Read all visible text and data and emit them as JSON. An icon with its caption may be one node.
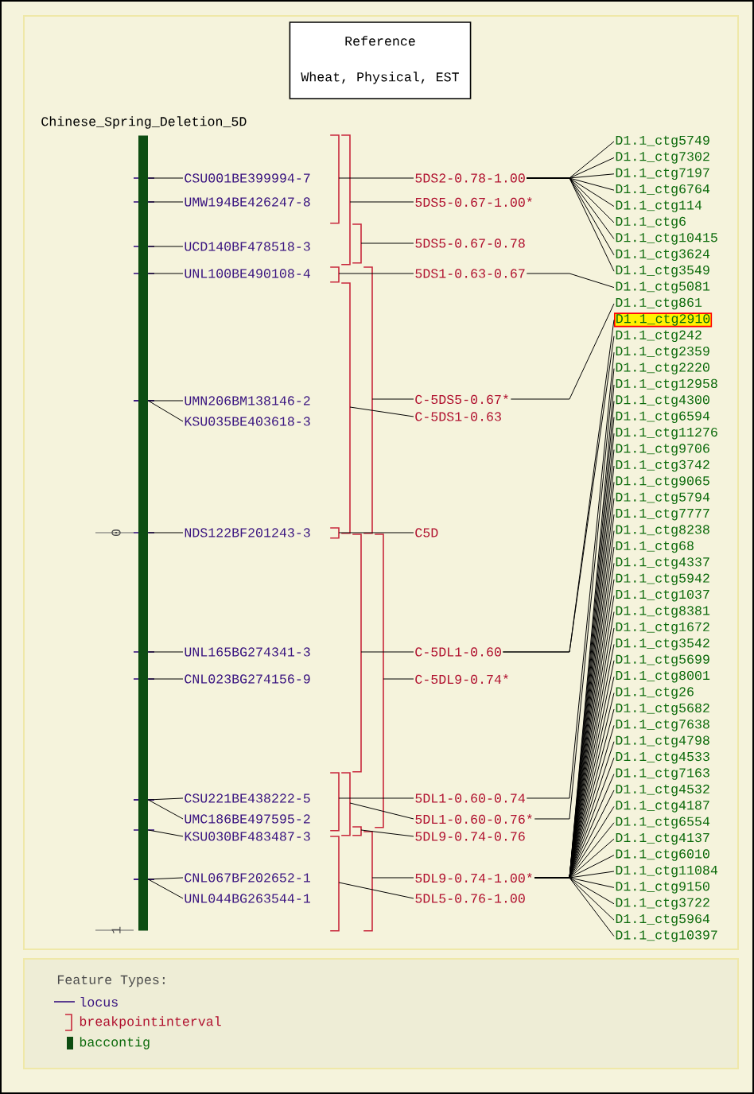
{
  "diagram": {
    "nodes": [
      {
        "text": [
          "Reference",
          "Wheat, Physical, EST"
        ]
      },
      {
        "text": [
          "Chinese_Spring_Deletion_5D"
        ]
      },
      {
        "text": [
          "CSU001BE399994-7"
        ]
      },
      {
        "text": [
          "UMW194BE426247-8"
        ]
      },
      {
        "text": [
          "UCD140BF478518-3"
        ]
      },
      {
        "text": [
          "UNL100BE490108-4"
        ]
      },
      {
        "text": [
          "UMN206BM138146-2"
        ]
      },
      {
        "text": [
          "KSU035BE403618-3"
        ]
      },
      {
        "text": [
          "NDS122BF201243-3"
        ]
      },
      {
        "text": [
          "UNL165BG274341-3"
        ]
      },
      {
        "text": [
          "CNL023BG274156-9"
        ]
      },
      {
        "text": [
          "CSU221BE438222-5"
        ]
      },
      {
        "text": [
          "UMC186BE497595-2"
        ]
      },
      {
        "text": [
          "KSU030BF483487-3"
        ]
      },
      {
        "text": [
          "CNL067BF202652-1"
        ]
      },
      {
        "text": [
          "UNL044BG263544-1"
        ]
      },
      {
        "text": [
          "5DS2-0.78-1.00"
        ]
      },
      {
        "text": [
          "5DS5-0.67-1.00*"
        ]
      },
      {
        "text": [
          "5DS5-0.67-0.78"
        ]
      },
      {
        "text": [
          "5DS1-0.63-0.67"
        ]
      },
      {
        "text": [
          "C-5DS5-0.67*"
        ]
      },
      {
        "text": [
          "C-5DS1-0.63"
        ]
      },
      {
        "text": [
          "C5D"
        ]
      },
      {
        "text": [
          "C-5DL1-0.60"
        ]
      },
      {
        "text": [
          "C-5DL9-0.74*"
        ]
      },
      {
        "text": [
          "5DL1-0.60-0.74"
        ]
      },
      {
        "text": [
          "5DL1-0.60-0.76*"
        ]
      },
      {
        "text": [
          "5DL9-0.74-0.76"
        ]
      },
      {
        "text": [
          "5DL9-0.74-1.00*"
        ]
      },
      {
        "text": [
          "5DL5-0.76-1.00"
        ]
      },
      {
        "text": [
          "D1.1_ctg5749"
        ]
      },
      {
        "text": [
          "D1.1_ctg7302"
        ]
      },
      {
        "text": [
          "D1.1_ctg7197"
        ]
      },
      {
        "text": [
          "D1.1_ctg6764"
        ]
      },
      {
        "text": [
          "D1.1_ctg114"
        ]
      },
      {
        "text": [
          "D1.1_ctg6"
        ]
      },
      {
        "text": [
          "D1.1_ctg10415"
        ]
      },
      {
        "text": [
          "D1.1_ctg3624"
        ]
      },
      {
        "text": [
          "D1.1_ctg3549"
        ]
      },
      {
        "text": [
          "D1.1_ctg5081"
        ]
      },
      {
        "text": [
          "D1.1_ctg861"
        ]
      },
      {
        "text": [
          "D1.1_ctg2910"
        ]
      },
      {
        "text": [
          "D1.1_ctg242"
        ]
      },
      {
        "text": [
          "D1.1_ctg2359"
        ]
      },
      {
        "text": [
          "D1.1_ctg2220"
        ]
      },
      {
        "text": [
          "D1.1_ctg12958"
        ]
      },
      {
        "text": [
          "D1.1_ctg4300"
        ]
      },
      {
        "text": [
          "D1.1_ctg6594"
        ]
      },
      {
        "text": [
          "D1.1_ctg11276"
        ]
      },
      {
        "text": [
          "D1.1_ctg9706"
        ]
      },
      {
        "text": [
          "D1.1_ctg3742"
        ]
      },
      {
        "text": [
          "D1.1_ctg9065"
        ]
      },
      {
        "text": [
          "D1.1_ctg5794"
        ]
      },
      {
        "text": [
          "D1.1_ctg7777"
        ]
      },
      {
        "text": [
          "D1.1_ctg8238"
        ]
      },
      {
        "text": [
          "D1.1_ctg68"
        ]
      },
      {
        "text": [
          "D1.1_ctg4337"
        ]
      },
      {
        "text": [
          "D1.1_ctg5942"
        ]
      },
      {
        "text": [
          "D1.1_ctg1037"
        ]
      },
      {
        "text": [
          "D1.1_ctg8381"
        ]
      },
      {
        "text": [
          "D1.1_ctg1672"
        ]
      },
      {
        "text": [
          "D1.1_ctg3542"
        ]
      },
      {
        "text": [
          "D1.1_ctg5699"
        ]
      },
      {
        "text": [
          "D1.1_ctg8001"
        ]
      },
      {
        "text": [
          "D1.1_ctg26"
        ]
      },
      {
        "text": [
          "D1.1_ctg5682"
        ]
      },
      {
        "text": [
          "D1.1_ctg7638"
        ]
      },
      {
        "text": [
          "D1.1_ctg4798"
        ]
      },
      {
        "text": [
          "D1.1_ctg4533"
        ]
      },
      {
        "text": [
          "D1.1_ctg7163"
        ]
      },
      {
        "text": [
          "D1.1_ctg4532"
        ]
      },
      {
        "text": [
          "D1.1_ctg4187"
        ]
      },
      {
        "text": [
          "D1.1_ctg6554"
        ]
      },
      {
        "text": [
          "D1.1_ctg4137"
        ]
      },
      {
        "text": [
          "D1.1_ctg6010"
        ]
      },
      {
        "text": [
          "D1.1_ctg11084"
        ]
      },
      {
        "text": [
          "D1.1_ctg9150"
        ]
      },
      {
        "text": [
          "D1.1_ctg3722"
        ]
      },
      {
        "text": [
          "D1.1_ctg5964"
        ]
      },
      {
        "text": [
          "D1.1_ctg10397"
        ]
      },
      {
        "text": [],
        "shape": "bracket"
      },
      {
        "text": [],
        "shape": "bracket"
      },
      {
        "text": [],
        "shape": "bracket"
      },
      {
        "text": [],
        "shape": "bracket"
      },
      {
        "text": [],
        "shape": "bracket"
      },
      {
        "text": [],
        "shape": "bracket"
      },
      {
        "text": [],
        "shape": "bracket"
      },
      {
        "text": [],
        "shape": "bracket"
      },
      {
        "text": [],
        "shape": "bracket"
      },
      {
        "text": [],
        "shape": "bracket"
      },
      {
        "text": [],
        "shape": "bracket"
      },
      {
        "text": [],
        "shape": "bracket"
      },
      {
        "text": [],
        "shape": "bracket"
      },
      {
        "text": [],
        "shape": "bracket"
      }
    ],
    "edges": [
      {
        "from": 2,
        "to": 1,
        "arrow": "none"
      },
      {
        "from": 3,
        "to": 1,
        "arrow": "none"
      },
      {
        "from": 4,
        "to": 1,
        "arrow": "none"
      },
      {
        "from": 5,
        "to": 1,
        "arrow": "none"
      },
      {
        "from": 6,
        "to": 1,
        "arrow": "none"
      },
      {
        "from": 7,
        "to": 1,
        "arrow": "none"
      },
      {
        "from": 8,
        "to": 1,
        "arrow": "none"
      },
      {
        "from": 9,
        "to": 1,
        "arrow": "none"
      },
      {
        "from": 10,
        "to": 1,
        "arrow": "none"
      },
      {
        "from": 11,
        "to": 1,
        "arrow": "none"
      },
      {
        "from": 12,
        "to": 1,
        "arrow": "none"
      },
      {
        "from": 13,
        "to": 1,
        "arrow": "none"
      },
      {
        "from": 14,
        "to": 1,
        "arrow": "none"
      },
      {
        "from": 15,
        "to": 1,
        "arrow": "none"
      },
      {
        "from": 16,
        "to": 30,
        "arrow": "none"
      },
      {
        "from": 16,
        "to": 31,
        "arrow": "none"
      },
      {
        "from": 16,
        "to": 32,
        "arrow": "none"
      },
      {
        "from": 16,
        "to": 33,
        "arrow": "none"
      },
      {
        "from": 16,
        "to": 34,
        "arrow": "none"
      },
      {
        "from": 16,
        "to": 35,
        "arrow": "none"
      },
      {
        "from": 16,
        "to": 36,
        "arrow": "none"
      },
      {
        "from": 16,
        "to": 37,
        "arrow": "none"
      },
      {
        "from": 16,
        "to": 38,
        "arrow": "none"
      },
      {
        "from": 19,
        "to": 39,
        "arrow": "none"
      },
      {
        "from": 20,
        "to": 40,
        "arrow": "none"
      },
      {
        "from": 23,
        "to": 41,
        "arrow": "none"
      },
      {
        "from": 23,
        "to": 42,
        "arrow": "none"
      },
      {
        "from": 25,
        "to": 43,
        "arrow": "none"
      },
      {
        "from": 26,
        "to": 44,
        "arrow": "none"
      },
      {
        "from": 28,
        "to": 45,
        "arrow": "none"
      },
      {
        "from": 28,
        "to": 46,
        "arrow": "none"
      },
      {
        "from": 28,
        "to": 47,
        "arrow": "none"
      },
      {
        "from": 28,
        "to": 48,
        "arrow": "none"
      },
      {
        "from": 28,
        "to": 49,
        "arrow": "none"
      },
      {
        "from": 28,
        "to": 50,
        "arrow": "none"
      },
      {
        "from": 28,
        "to": 51,
        "arrow": "none"
      },
      {
        "from": 28,
        "to": 52,
        "arrow": "none"
      },
      {
        "from": 28,
        "to": 53,
        "arrow": "none"
      },
      {
        "from": 28,
        "to": 54,
        "arrow": "none"
      },
      {
        "from": 28,
        "to": 55,
        "arrow": "none"
      },
      {
        "from": 28,
        "to": 56,
        "arrow": "none"
      },
      {
        "from": 28,
        "to": 57,
        "arrow": "none"
      },
      {
        "from": 28,
        "to": 58,
        "arrow": "none"
      },
      {
        "from": 28,
        "to": 59,
        "arrow": "none"
      },
      {
        "from": 28,
        "to": 60,
        "arrow": "none"
      },
      {
        "from": 28,
        "to": 61,
        "arrow": "none"
      },
      {
        "from": 28,
        "to": 62,
        "arrow": "none"
      },
      {
        "from": 28,
        "to": 63,
        "arrow": "none"
      },
      {
        "from": 28,
        "to": 64,
        "arrow": "none"
      },
      {
        "from": 28,
        "to": 65,
        "arrow": "none"
      },
      {
        "from": 28,
        "to": 66,
        "arrow": "none"
      },
      {
        "from": 28,
        "to": 67,
        "arrow": "none"
      },
      {
        "from": 28,
        "to": 68,
        "arrow": "none"
      },
      {
        "from": 28,
        "to": 69,
        "arrow": "none"
      },
      {
        "from": 28,
        "to": 70,
        "arrow": "none"
      },
      {
        "from": 28,
        "to": 71,
        "arrow": "none"
      },
      {
        "from": 28,
        "to": 72,
        "arrow": "none"
      },
      {
        "from": 28,
        "to": 73,
        "arrow": "none"
      },
      {
        "from": 28,
        "to": 74,
        "arrow": "none"
      },
      {
        "from": 28,
        "to": 75,
        "arrow": "none"
      },
      {
        "from": 28,
        "to": 76,
        "arrow": "none"
      },
      {
        "from": 28,
        "to": 77,
        "arrow": "none"
      },
      {
        "from": 28,
        "to": 78,
        "arrow": "none"
      },
      {
        "from": 28,
        "to": 79,
        "arrow": "none"
      },
      {
        "from": 16,
        "to": 80,
        "arrow": "none"
      },
      {
        "from": 17,
        "to": 81,
        "arrow": "none"
      },
      {
        "from": 18,
        "to": 82,
        "arrow": "none"
      },
      {
        "from": 19,
        "to": 83,
        "arrow": "none"
      },
      {
        "from": 20,
        "to": 84,
        "arrow": "none"
      },
      {
        "from": 21,
        "to": 85,
        "arrow": "none"
      },
      {
        "from": 22,
        "to": 86,
        "arrow": "none"
      },
      {
        "from": 23,
        "to": 87,
        "arrow": "none"
      },
      {
        "from": 24,
        "to": 88,
        "arrow": "none"
      },
      {
        "from": 25,
        "to": 89,
        "arrow": "none"
      },
      {
        "from": 26,
        "to": 90,
        "arrow": "none"
      },
      {
        "from": 27,
        "to": 91,
        "arrow": "none"
      },
      {
        "from": 28,
        "to": 92,
        "arrow": "none"
      },
      {
        "from": 29,
        "to": 93,
        "arrow": "none"
      }
    ],
    "labels": [
      "0",
      "1",
      "Feature Types:"
    ],
    "legend": [
      {
        "text": "locus"
      },
      {
        "text": "breakpointinterval"
      },
      {
        "text": "baccontig",
        "color": "#0d4d12"
      }
    ]
  }
}
